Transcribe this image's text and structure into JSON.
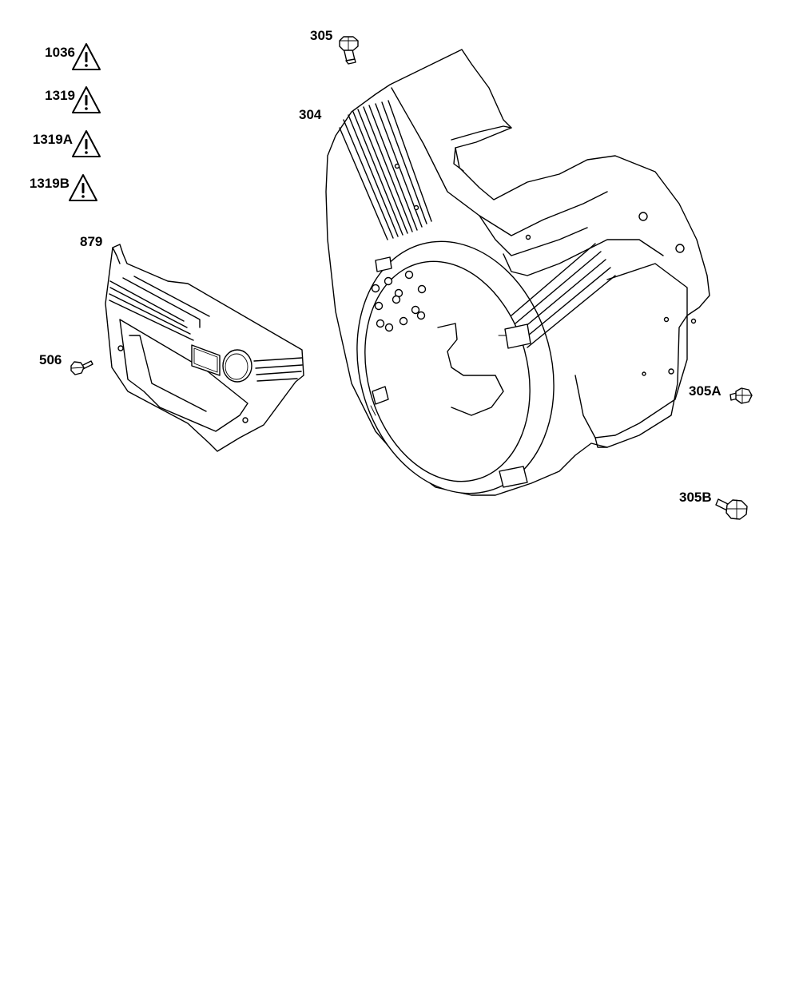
{
  "warning_labels": [
    {
      "label": "1036",
      "icon": "warning-triangle-icon"
    },
    {
      "label": "1319",
      "icon": "warning-triangle-icon"
    },
    {
      "label": "1319A",
      "icon": "warning-triangle-icon"
    },
    {
      "label": "1319B",
      "icon": "warning-triangle-icon"
    }
  ],
  "parts": {
    "blower_housing": "304",
    "screw_top": "305",
    "screw_right_a": "305A",
    "screw_right_b": "305B",
    "cover_panel": "879",
    "cover_screw": "506"
  },
  "colors": {
    "line": "#000000",
    "background": "#ffffff"
  }
}
